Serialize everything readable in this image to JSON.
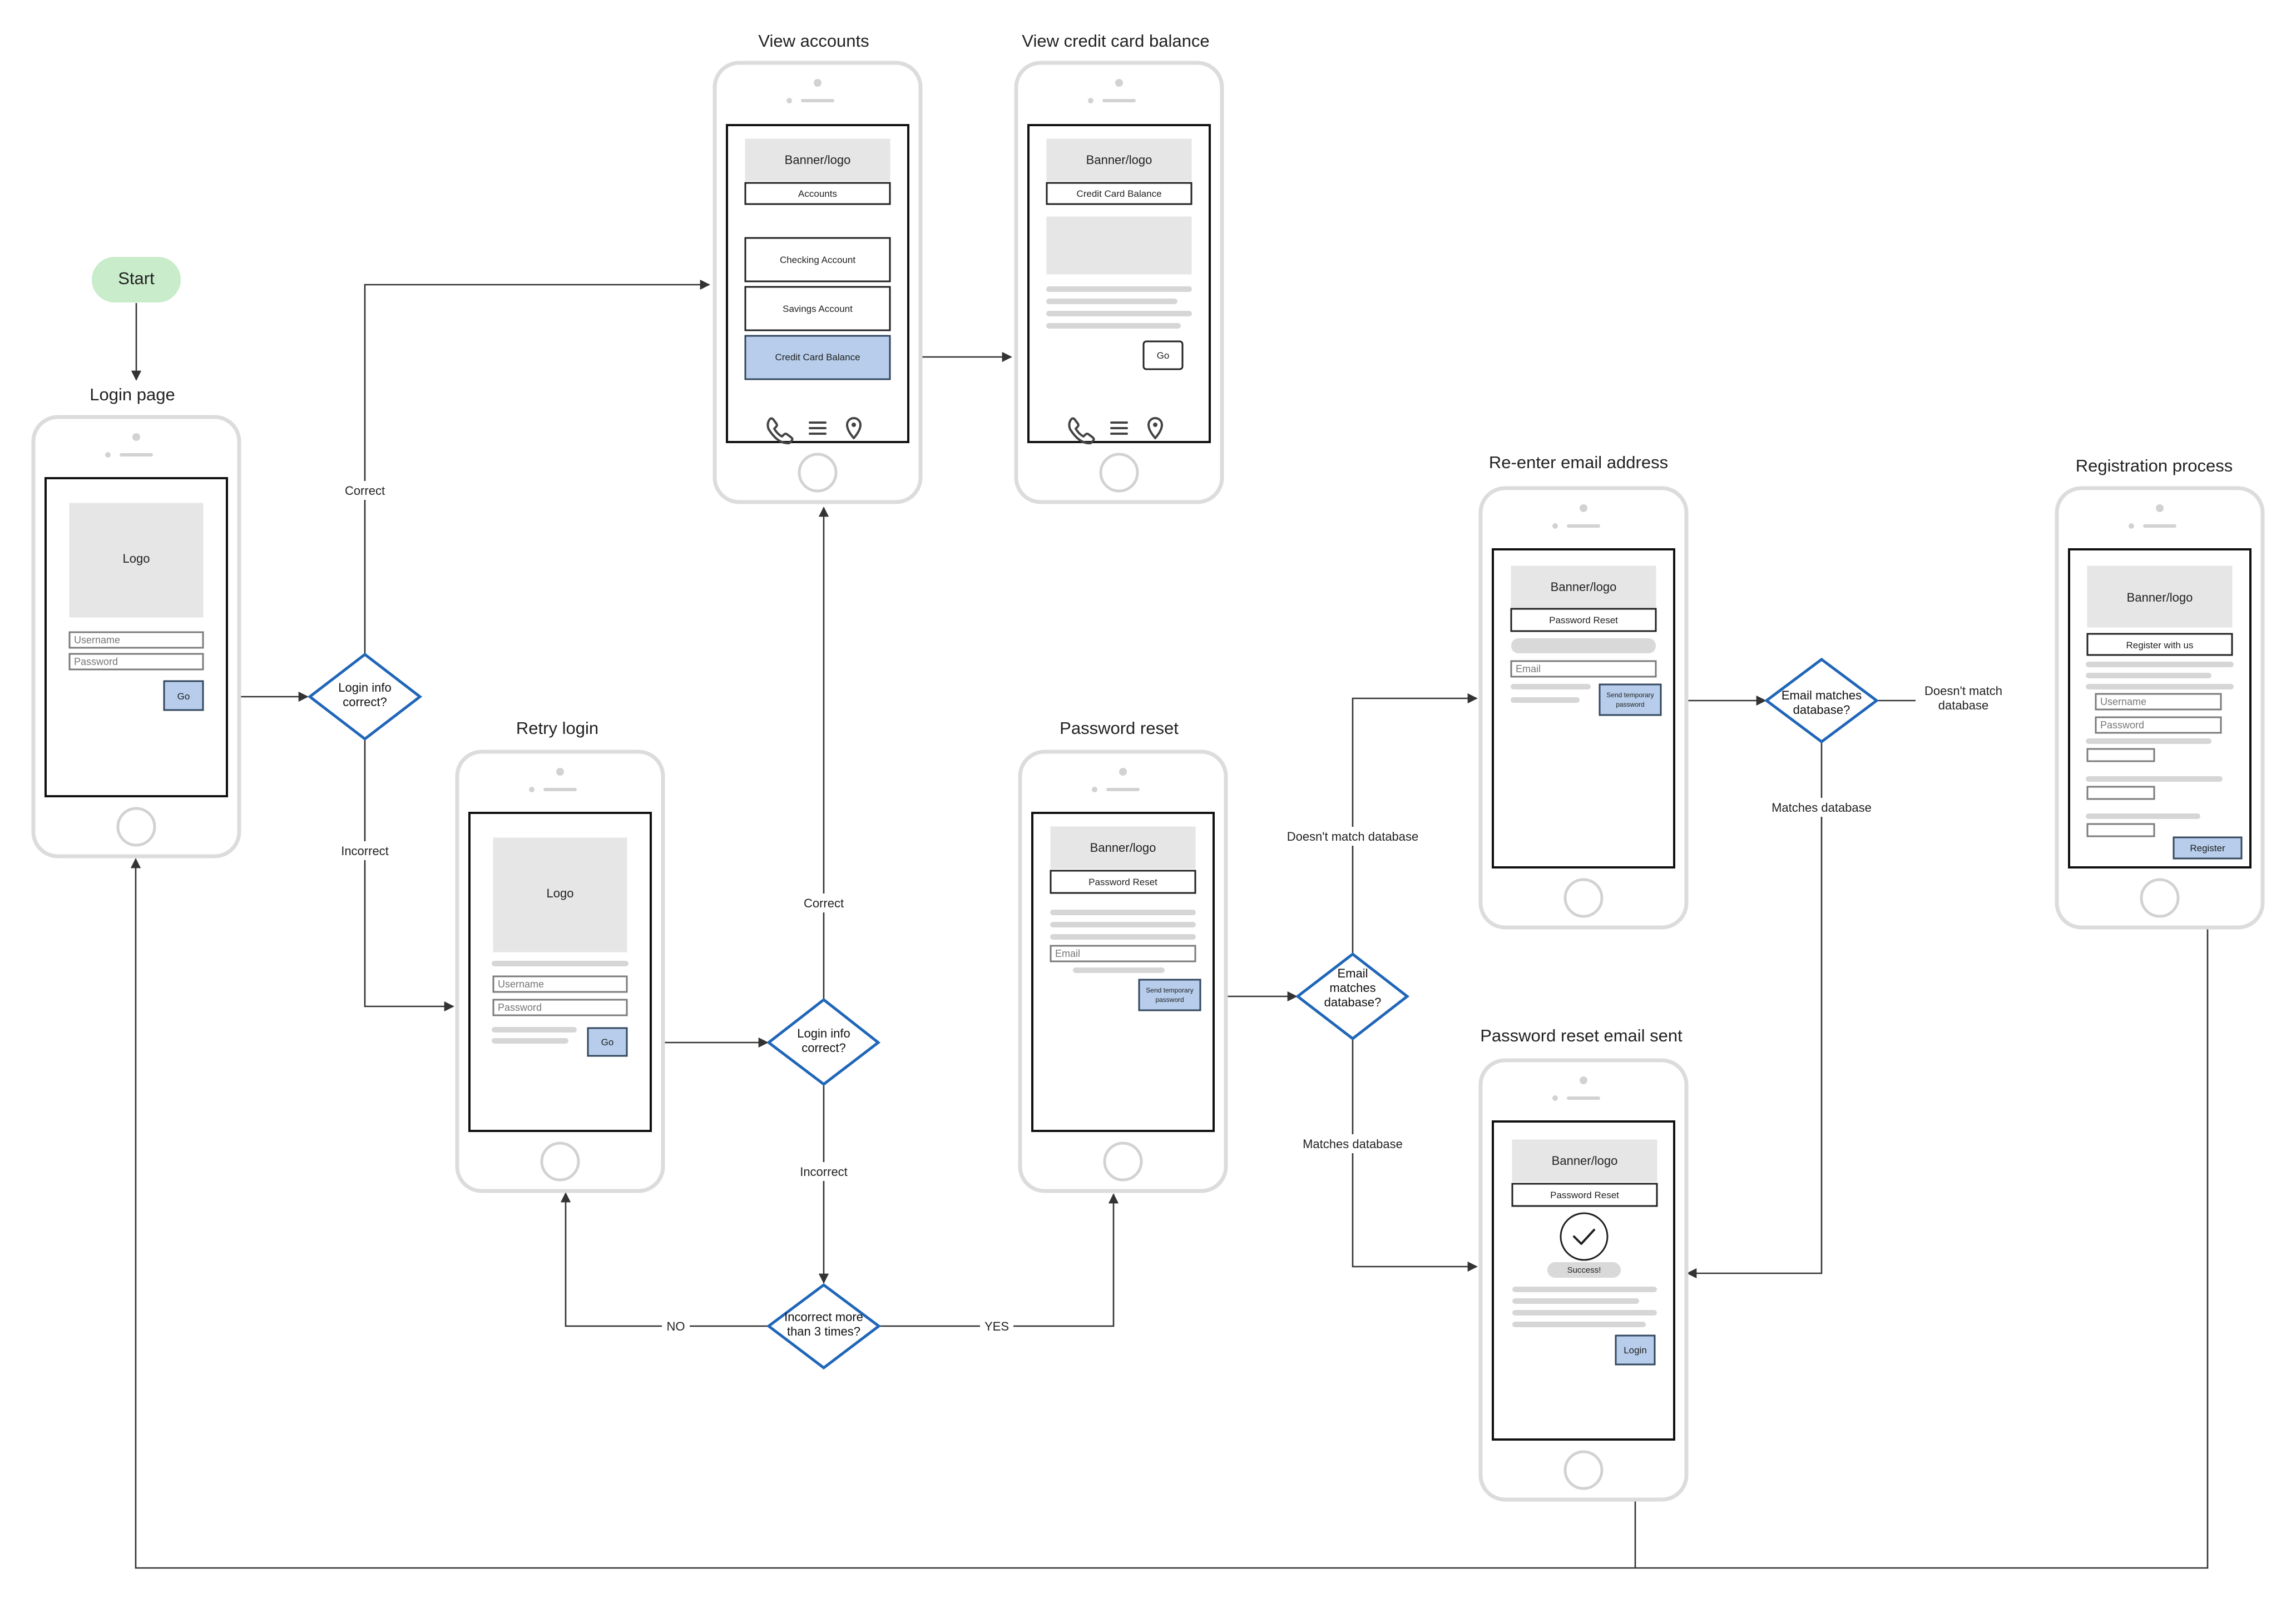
{
  "start": "Start",
  "titles": {
    "login": "Login page",
    "view_accounts": "View accounts",
    "view_cc": "View credit card balance",
    "retry": "Retry login",
    "pw_reset": "Password reset",
    "reenter": "Re-enter email address",
    "pw_sent": "Password reset email sent",
    "registration": "Registration process"
  },
  "screens": {
    "login": {
      "logo": "Logo",
      "username": "Username",
      "password": "Password",
      "go": "Go"
    },
    "view_accounts": {
      "banner": "Banner/logo",
      "header": "Accounts",
      "items": [
        "Checking Account",
        "Savings Account",
        "Credit Card Balance"
      ]
    },
    "view_cc": {
      "banner": "Banner/logo",
      "header": "Credit Card Balance",
      "go": "Go"
    },
    "retry": {
      "logo": "Logo",
      "username": "Username",
      "password": "Password",
      "go": "Go"
    },
    "pw_reset": {
      "banner": "Banner/logo",
      "header": "Password Reset",
      "email": "Email",
      "send_line1": "Send temporary",
      "send_line2": "password"
    },
    "reenter": {
      "banner": "Banner/logo",
      "header": "Password Reset",
      "email": "Email",
      "send_line1": "Send temporary",
      "send_line2": "password"
    },
    "pw_sent": {
      "banner": "Banner/logo",
      "header": "Password Reset",
      "success": "Success!",
      "login": "Login"
    },
    "registration": {
      "banner": "Banner/logo",
      "header": "Register with us",
      "username": "Username",
      "password": "Password",
      "register": "Register"
    }
  },
  "decisions": {
    "d1": [
      "Login info",
      "correct?"
    ],
    "d2": [
      "Login info",
      "correct?"
    ],
    "d3": [
      "Incorrect more",
      "than 3 times?"
    ],
    "d4": [
      "Email",
      "matches",
      "database?"
    ],
    "d5": [
      "Email matches",
      "database?"
    ]
  },
  "edge_labels": {
    "d1_correct": "Correct",
    "d1_incorrect": "Incorrect",
    "d2_correct": "Correct",
    "d2_incorrect": "Incorrect",
    "d3_no": "NO",
    "d3_yes": "YES",
    "d4_no_match": "Doesn't match database",
    "d4_match": "Matches database",
    "d5_no_match": [
      "Doesn't match",
      "database"
    ],
    "d5_match": "Matches database"
  },
  "colors": {
    "start_fill": "#c9eccb",
    "decision_stroke": "#2066b8",
    "button_fill": "#b7cdeb",
    "placeholder_gray": "#e6e6e6"
  }
}
